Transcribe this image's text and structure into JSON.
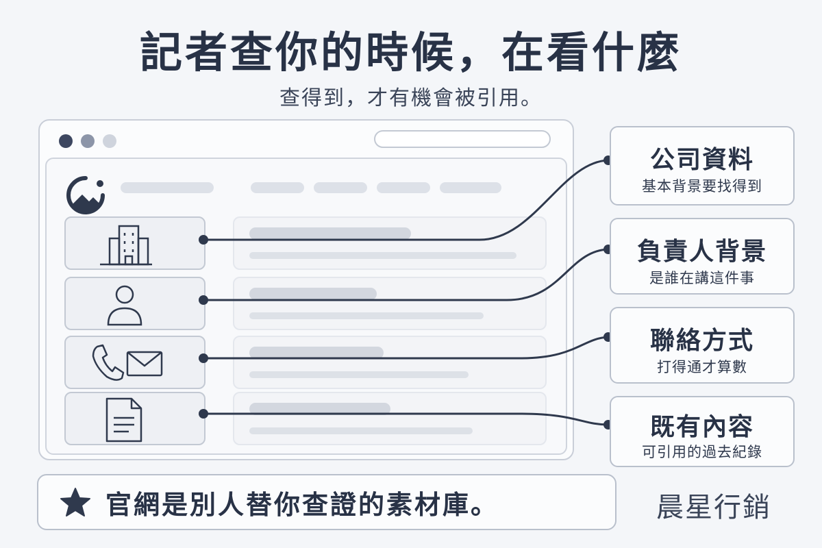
{
  "title": "記者查你的時候，在看什麼",
  "subtitle": "查得到，才有機會被引用。",
  "browser": {
    "rows": [
      {
        "icon": "building-icon"
      },
      {
        "icon": "person-icon"
      },
      {
        "icon": "phone-mail-icon"
      },
      {
        "icon": "document-icon"
      }
    ]
  },
  "cards": [
    {
      "title": "公司資料",
      "subtitle": "基本背景要找得到"
    },
    {
      "title": "負責人背景",
      "subtitle": "是誰在講這件事"
    },
    {
      "title": "聯絡方式",
      "subtitle": "打得通才算數"
    },
    {
      "title": "既有內容",
      "subtitle": "可引用的過去紀錄"
    }
  ],
  "footer": {
    "text": "官網是別人替你查證的素材庫。",
    "icon": "star-icon"
  },
  "brand": "晨星行銷",
  "colors": {
    "ink": "#283246",
    "background": "#f4f6f9",
    "border": "#b9c0cc"
  }
}
